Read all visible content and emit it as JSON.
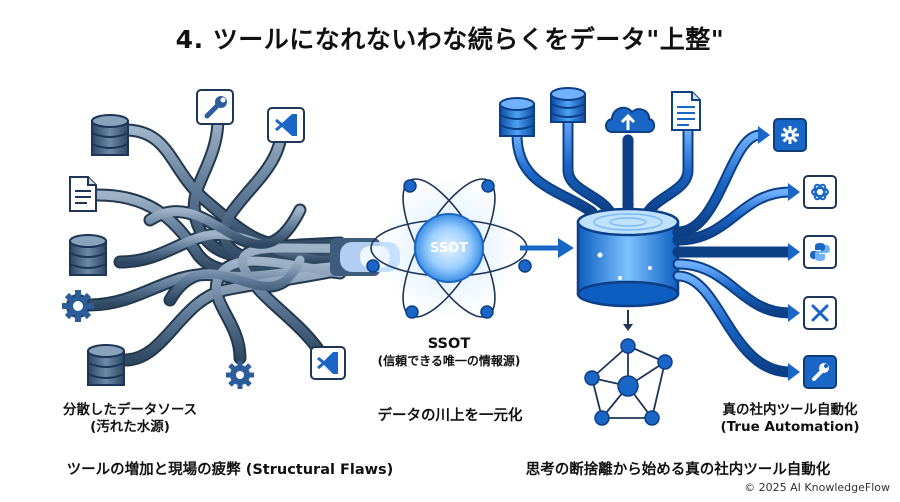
{
  "title": "4. ツールになれないわな続らくをデータ\"上整\"",
  "left": {
    "label_line1": "分散したデータソース",
    "label_line2": "(汚れた水源)",
    "caption": "ツールの増加と現場の疲弊 (Structural Flaws)"
  },
  "center": {
    "core_label": "SSOT",
    "label_line1": "SSOT",
    "label_line2": "(信頼できる唯一の情報源)",
    "caption": "データの川上を一元化"
  },
  "right": {
    "label_line1": "真の社内ツール自動化",
    "label_line2": "(True Automation)",
    "caption": "思考の断捨離から始める真の社内ツール自動化"
  },
  "copyright": "© 2025 AI KnowledgeFlow",
  "icons": {
    "left": [
      "database-icon",
      "wrench-icon",
      "vscode-icon",
      "document-icon",
      "database-icon",
      "gear-icon",
      "database-icon",
      "gear-icon",
      "vscode-icon"
    ],
    "right_inputs": [
      "database-icon",
      "database-icon",
      "cloud-upload-icon",
      "document-icon"
    ],
    "right_outputs": [
      "gear-icon",
      "openai-icon",
      "python-icon",
      "tools-icon",
      "wrench-icon"
    ]
  },
  "colors": {
    "navy": "#1d3557",
    "pipe_gray": "#5f7a96",
    "blue": "#1a66c7",
    "light_blue": "#8ec5ff"
  }
}
